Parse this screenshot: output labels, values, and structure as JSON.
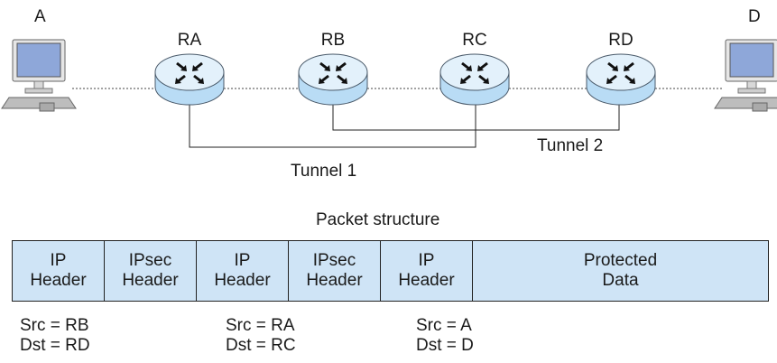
{
  "hosts": [
    {
      "id": "A",
      "label": "A"
    },
    {
      "id": "D",
      "label": "D"
    }
  ],
  "routers": [
    {
      "id": "RA",
      "label": "RA"
    },
    {
      "id": "RB",
      "label": "RB"
    },
    {
      "id": "RC",
      "label": "RC"
    },
    {
      "id": "RD",
      "label": "RD"
    }
  ],
  "tunnels": [
    {
      "id": "tunnel-1",
      "label": "Tunnel 1",
      "from": "RA",
      "to": "RC"
    },
    {
      "id": "tunnel-2",
      "label": "Tunnel 2",
      "from": "RB",
      "to": "RD"
    }
  ],
  "packet": {
    "title": "Packet structure",
    "fields": [
      {
        "line1": "IP",
        "line2": "Header"
      },
      {
        "line1": "IPsec",
        "line2": "Header"
      },
      {
        "line1": "IP",
        "line2": "Header"
      },
      {
        "line1": "IPsec",
        "line2": "Header"
      },
      {
        "line1": "IP",
        "line2": "Header"
      },
      {
        "line1": "Protected",
        "line2": "Data"
      }
    ],
    "addresses": [
      {
        "src": "Src = RB",
        "dst": "Dst = RD"
      },
      {
        "src": "Src = RA",
        "dst": "Dst = RC"
      },
      {
        "src": "Src = A",
        "dst": "Dst = D"
      }
    ]
  },
  "colors": {
    "router_body": "#b9dcf5",
    "router_top": "#e3f1fb",
    "packet_fill": "#cfe4f6",
    "screen": "#8ea7d9"
  }
}
